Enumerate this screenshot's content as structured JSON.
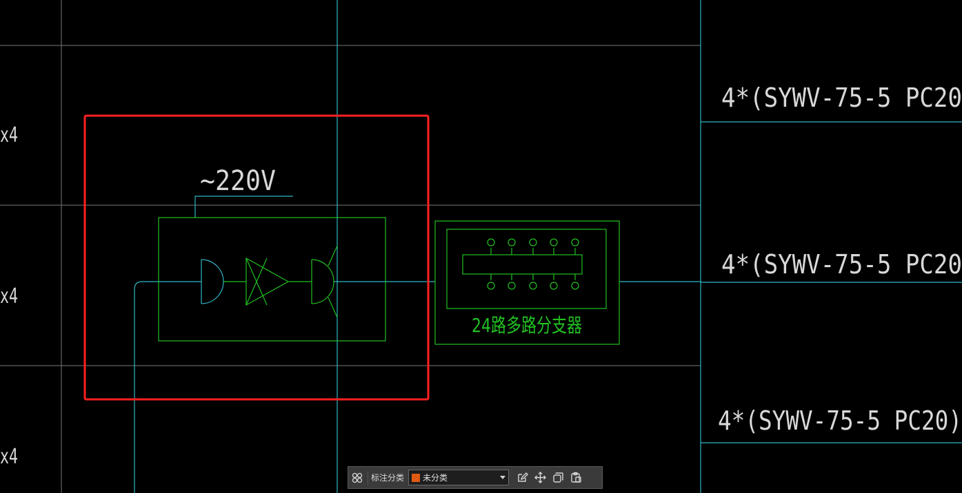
{
  "colors": {
    "background": "#000000",
    "grid": "#7a7a7a",
    "cyan": "#2fb6c8",
    "green": "#22c122",
    "text": "#d8d8d8",
    "highlight": "#ff2020"
  },
  "drawing": {
    "voltage_label": "~220V",
    "splitter_label": "24路多路分支器",
    "cable_labels": [
      "4*(SYWV-75-5 PC20",
      "4*(SYWV-75-5 PC20",
      "4*(SYWV-75-5 PC20)"
    ],
    "left_labels": [
      "x4",
      "x4",
      "x4"
    ]
  },
  "toolbar": {
    "category_label": "标注分类",
    "selected_category": "未分类",
    "swatch_color": "#e05a12",
    "icons": [
      "grid-menu-icon",
      "edit-note-icon",
      "move-icon",
      "copy-icon",
      "paste-icon"
    ]
  }
}
